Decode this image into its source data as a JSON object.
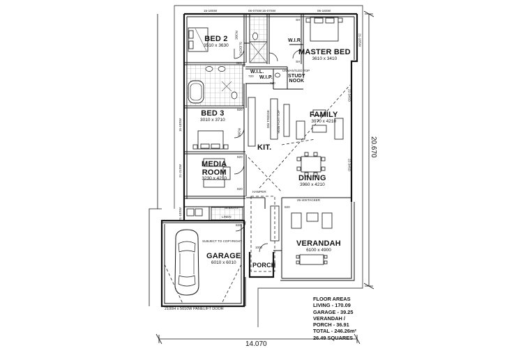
{
  "rooms": {
    "bed2": {
      "name": "BED 2",
      "dims": "3510 x 3630"
    },
    "master": {
      "name": "MASTER BED",
      "dims": "3610 x 3410"
    },
    "bed3": {
      "name": "BED 3",
      "dims": "3010 x 3710"
    },
    "family": {
      "name": "FAMILY",
      "dims": "3970 x 4210"
    },
    "media": {
      "name": "MEDIA",
      "name2": "ROOM",
      "dims": "3230 x 4210"
    },
    "dining": {
      "name": "DINING",
      "dims": "3960 x 4210"
    },
    "kit": {
      "name": "KIT."
    },
    "garage": {
      "name": "GARAGE",
      "dims": "6010 x 6010"
    },
    "verandah": {
      "name": "VERANDAH",
      "dims": "6100 x 4900"
    },
    "porch": {
      "name": "PORCH"
    },
    "study": {
      "name": "STUDY",
      "name2": "NOOK"
    },
    "wir": {
      "name": "W.I.R."
    },
    "wil": {
      "name": "W.I.L."
    },
    "wip": {
      "name": "W.I.P."
    }
  },
  "notes": {
    "copyright": "SUBJECT TO COPYRIGHT",
    "garage_door": "2100H x 5010W PANELIFT DOOR",
    "flat_top": "900w FLAT TOP",
    "stacker": "25-40STACKER",
    "unmantled_top": "UNMANTLED TOP",
    "dw_fridge": "DW FRIDGE",
    "linen": "LINEN",
    "robe": "ROBE",
    "sh": "SH",
    "hamper": "HAMPER"
  },
  "window_codes": {
    "bed2_top": "15-18SW",
    "ens_top1": "06-07SW",
    "ens_top2": "15-07SW",
    "master_top": "06-16SW",
    "master_right": "21-18SW",
    "family_right1": "22-34SD",
    "family_right2": "22-34SD",
    "bed3_left": "15-18SW",
    "media_left": "21-21SW",
    "laundry_left": "21-18SW",
    "sliders": "SLIDERS"
  },
  "small_dims": [
    "820",
    "820",
    "720",
    "720",
    "820",
    "820",
    "820",
    "820",
    "1000"
  ],
  "dimensions": {
    "width": "14.070",
    "depth": "20.670"
  },
  "floor_areas": {
    "title": "FLOOR AREAS",
    "living": "LIVING - 170.09",
    "garage": "GARAGE - 39.25",
    "verandah": "VERANDAH /",
    "porch": "PORCH - 36.91",
    "total": "TOTAL - 246.26m²",
    "squares": "26.49 SQUARES"
  }
}
